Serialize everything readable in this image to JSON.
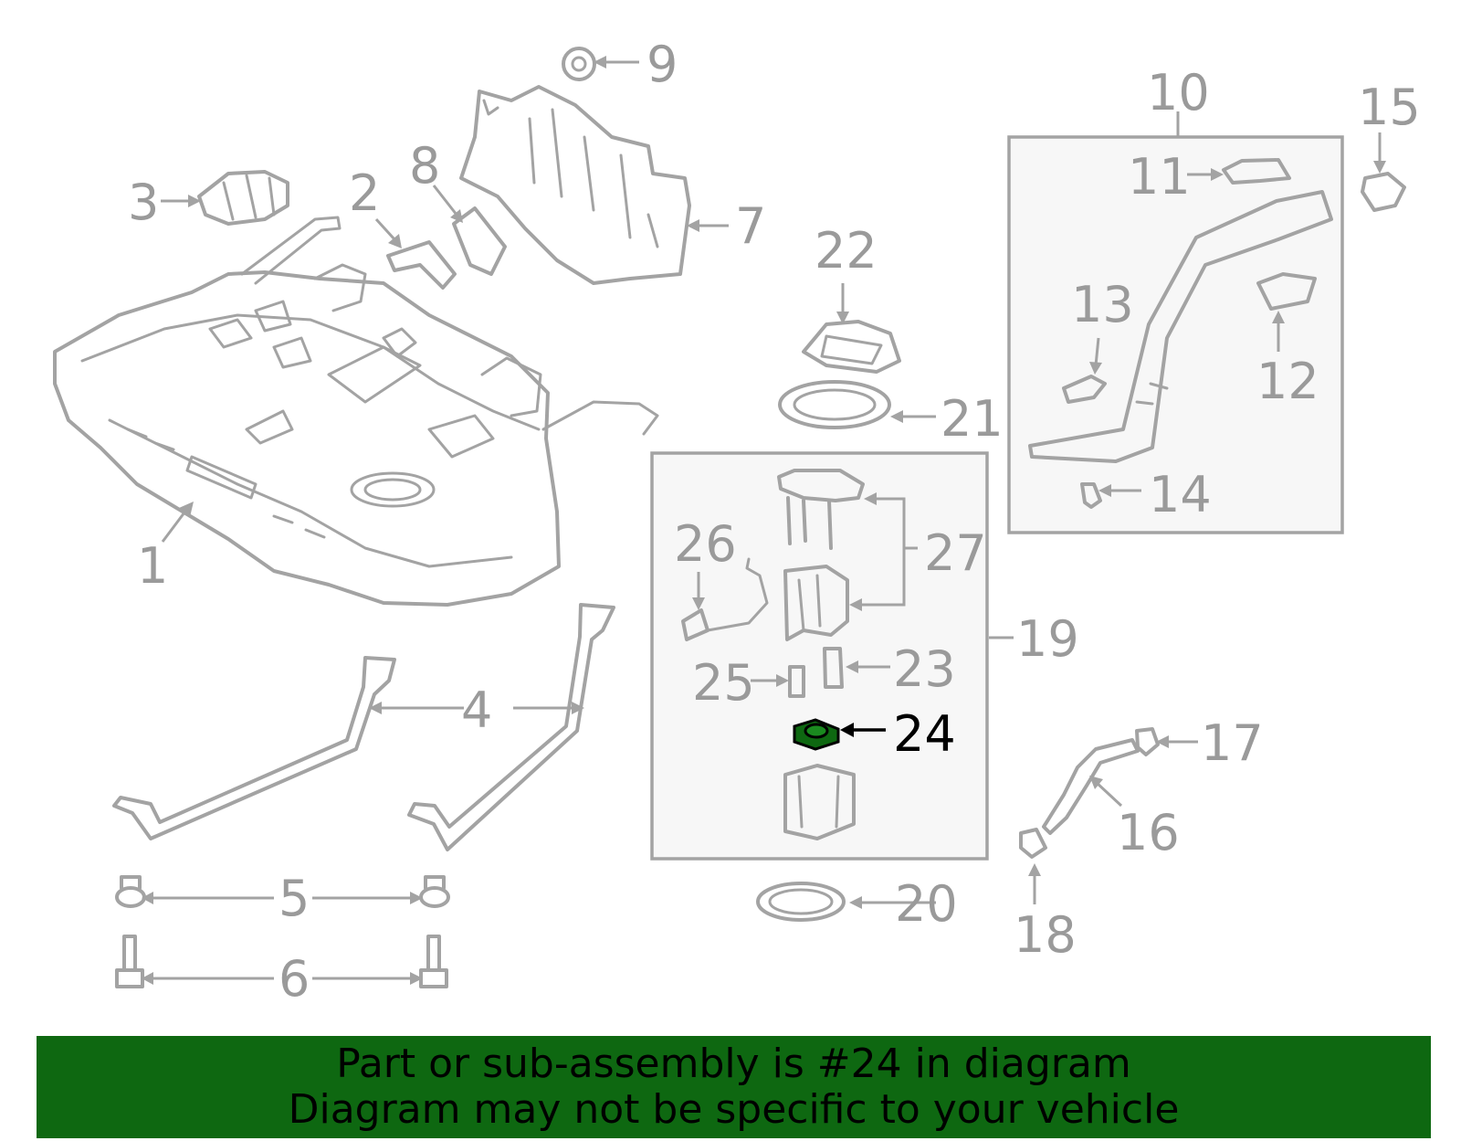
{
  "callouts": {
    "c1": "1",
    "c2": "2",
    "c3": "3",
    "c4": "4",
    "c5": "5",
    "c6": "6",
    "c7": "7",
    "c8": "8",
    "c9": "9",
    "c10": "10",
    "c11": "11",
    "c12": "12",
    "c13": "13",
    "c14": "14",
    "c15": "15",
    "c16": "16",
    "c17": "17",
    "c18": "18",
    "c19": "19",
    "c20": "20",
    "c21": "21",
    "c22": "22",
    "c23": "23",
    "c24": "24",
    "c25": "25",
    "c26": "26",
    "c27": "27"
  },
  "highlight": {
    "part": "24",
    "color": "#0e6811"
  },
  "banner": {
    "line1": "Part or sub-assembly is #24 in diagram",
    "line2": "Diagram may not be specific to your vehicle",
    "background": "#0e6811"
  }
}
